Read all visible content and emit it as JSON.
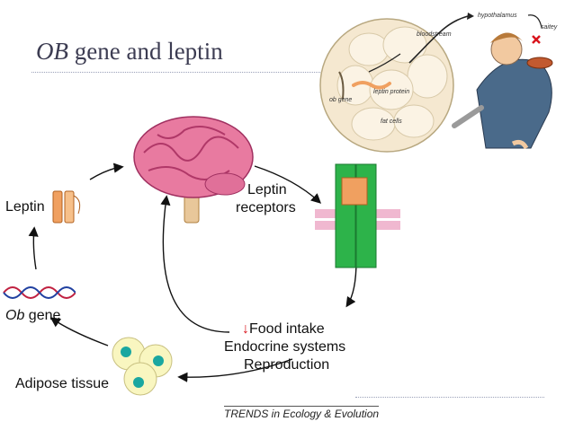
{
  "title": {
    "italic": "OB",
    "rest": " gene and leptin"
  },
  "illustration": {
    "labels": {
      "bloodstream": "bloodstream",
      "hypothalamus": "hypothalamus",
      "satiety": "saitey",
      "ob_gene": "ob gene",
      "leptin_protein": "leptin protein",
      "fat_cells": "fat cells"
    }
  },
  "cycle": {
    "leptin": "Leptin",
    "receptors_line1": "Leptin",
    "receptors_line2": "receptors",
    "food_intake": "Food intake",
    "endocrine": "Endocrine systems",
    "reproduction": "Reproduction",
    "adipose": "Adipose tissue",
    "ob_gene_italic": "Ob",
    "ob_gene_rest": " gene"
  },
  "credit": "TRENDS in Ecology & Evolution",
  "colors": {
    "title": "#3c3c52",
    "receptor": "#2db34a",
    "brain": "#e87aa0",
    "arrow_down": "#d9141c",
    "adipose_nucleus": "#1aa7a0",
    "leptin_protein": "#f0a060"
  }
}
